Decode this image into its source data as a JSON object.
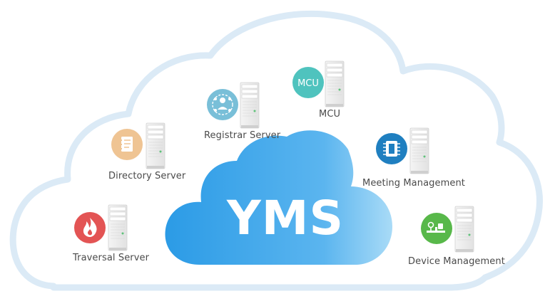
{
  "center": {
    "title": "YMS"
  },
  "nodes": {
    "mcu": {
      "label": "MCU",
      "badge": "MCU",
      "icon": "mcu-text-icon",
      "color": "#4fc3be"
    },
    "registrar": {
      "label": "Registrar Server",
      "icon": "network-hub-icon",
      "color": "#79bfd8"
    },
    "directory": {
      "label": "Directory Server",
      "icon": "address-book-icon",
      "color": "#efc493"
    },
    "meeting": {
      "label": "Meeting Management",
      "icon": "chip-icon",
      "color": "#1f7fc0"
    },
    "traversal": {
      "label": "Traversal Server",
      "icon": "firewall-flame-icon",
      "color": "#e35454"
    },
    "device": {
      "label": "Device Management",
      "icon": "device-management-icon",
      "color": "#58b84a"
    }
  },
  "colors": {
    "cloud_outline": "#dcebf6",
    "center_cloud_start": "#2d9ee8",
    "center_cloud_end": "#a6d8f6"
  }
}
